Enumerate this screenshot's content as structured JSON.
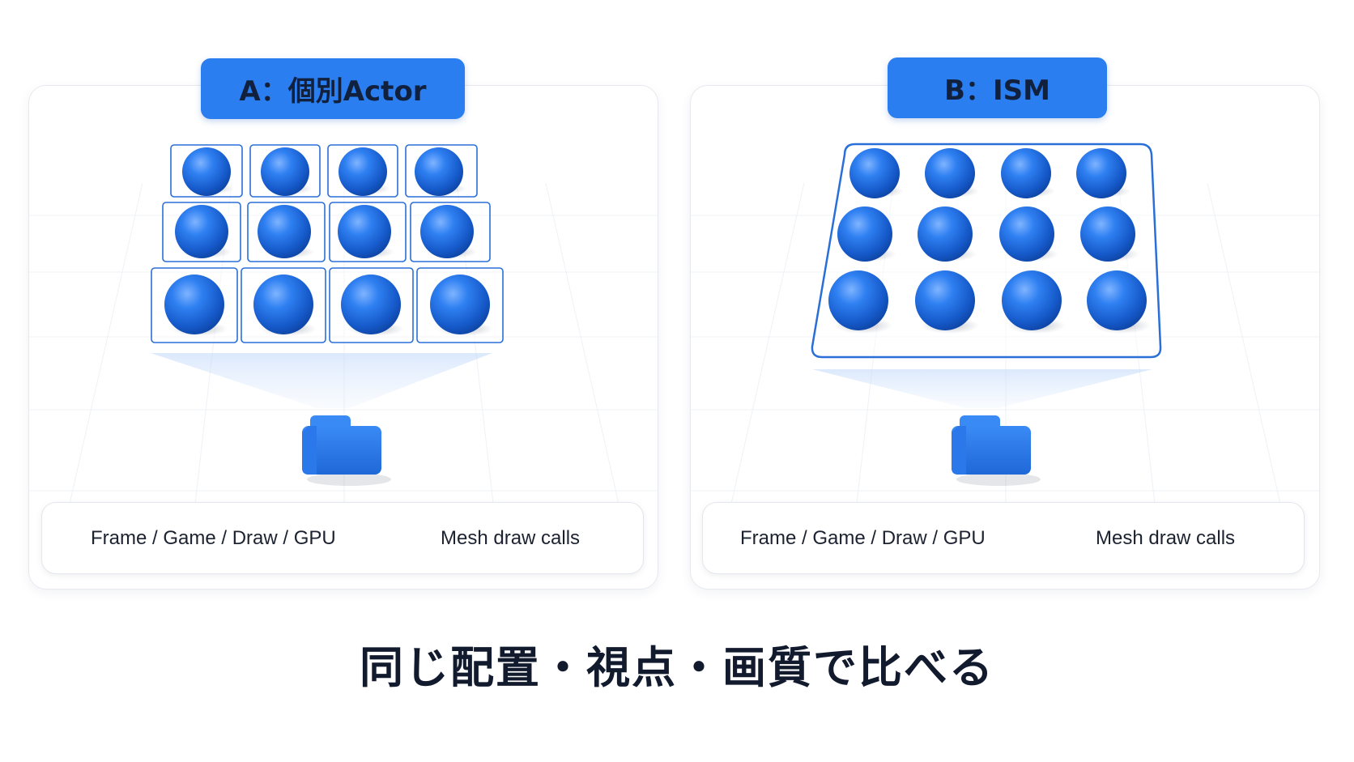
{
  "panels": [
    {
      "badge": "A：個別Actor",
      "stats": [
        "Frame / Game / Draw / GPU",
        "Mesh draw calls"
      ]
    },
    {
      "badge": "B：ISM",
      "stats": [
        "Frame / Game / Draw / GPU",
        "Mesh draw calls"
      ]
    }
  ],
  "caption": "同じ配置・視点・画質で比べる",
  "colors": {
    "accent": "#2a7ef0",
    "sphere": "#1f6fe6",
    "outline": "#2a6fd8",
    "text": "#121a2e"
  },
  "icons": [
    "camera-icon",
    "sphere-icon"
  ]
}
